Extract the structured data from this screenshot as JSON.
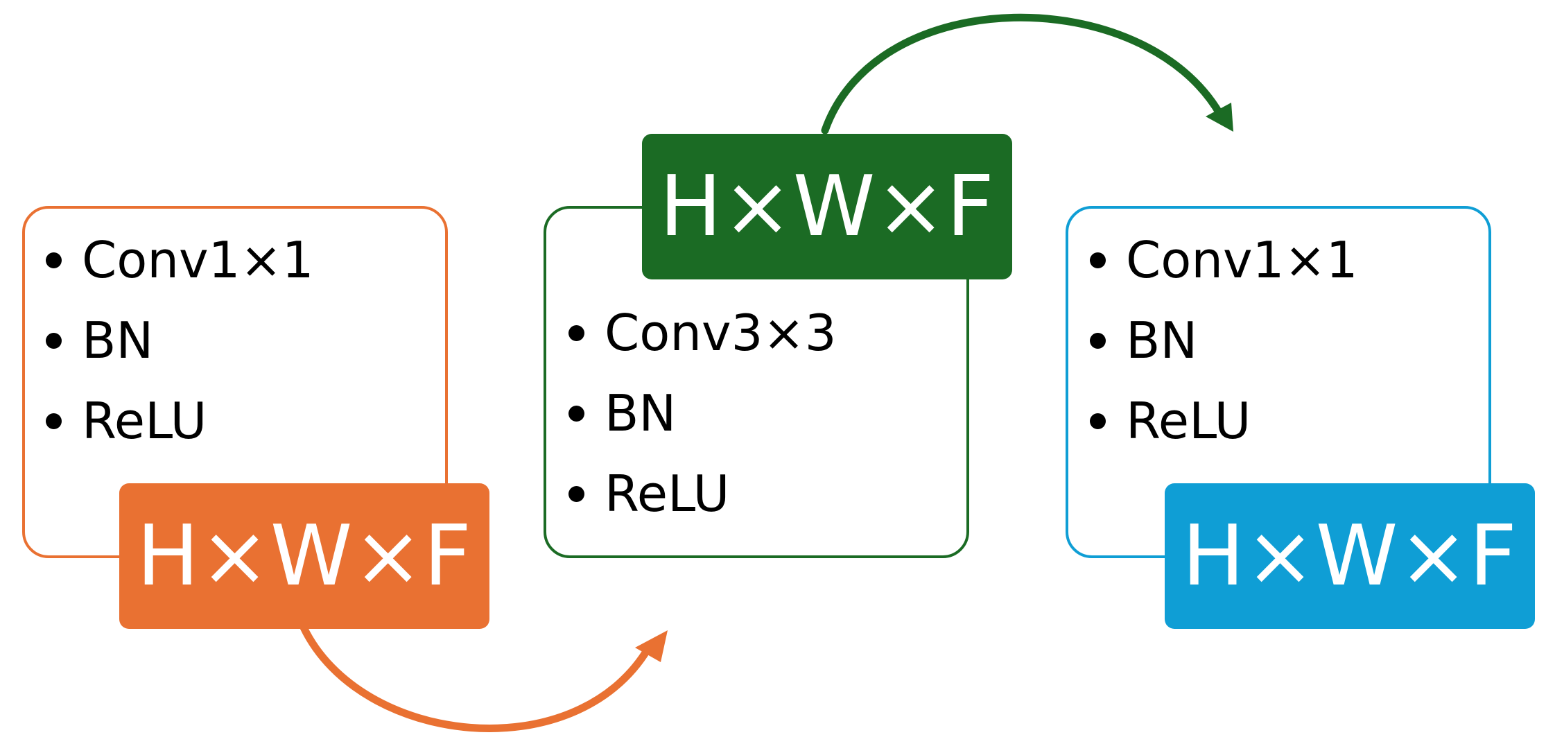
{
  "colors": {
    "orange": "#E97132",
    "green": "#1B6B24",
    "blue": "#0F9ED5",
    "text": "#000000",
    "background": "#FFFFFF"
  },
  "blocks": [
    {
      "id": "block-1",
      "color": "orange",
      "items": [
        "Conv1×1",
        "BN",
        "ReLU"
      ],
      "shape_label": "H×W×F"
    },
    {
      "id": "block-2",
      "color": "green",
      "items": [
        "Conv3×3",
        "BN",
        "ReLU"
      ],
      "shape_label": "H×W×F"
    },
    {
      "id": "block-3",
      "color": "blue",
      "items": [
        "Conv1×1",
        "BN",
        "ReLU"
      ],
      "shape_label": "H×W×F"
    }
  ],
  "arrows": [
    {
      "from": "block-1",
      "to": "block-2",
      "color": "orange"
    },
    {
      "from": "block-2",
      "to": "block-3",
      "color": "green"
    }
  ]
}
